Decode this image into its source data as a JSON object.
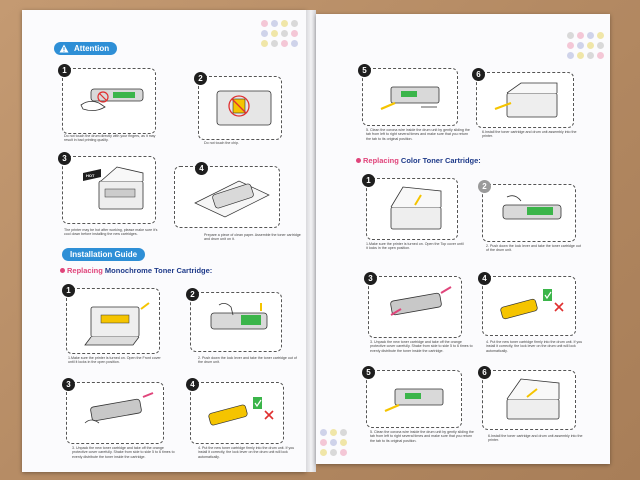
{
  "left_page": {
    "attention_title": "Attention",
    "attention_steps": [
      {
        "num": "1",
        "caption": "Do not touch the drum directly with your fingers, as it may result in bad printing quality."
      },
      {
        "num": "2",
        "caption": "Do not touch the chip."
      },
      {
        "num": "3",
        "caption": "The printer may be hot after working, please make sure it's cool down before installing the new cartridges.",
        "badge": "HOT"
      },
      {
        "num": "4",
        "caption": "Prepare a piece of clean paper. Assemble the toner cartridge and drum unit on it."
      }
    ],
    "install_title": "Installation Guide",
    "mono_heading_lead": "Replacing",
    "mono_heading_rest": " Monochrome Toner Cartridge:",
    "mono_steps": [
      {
        "num": "1",
        "caption": "1.Make sure the printer is turned on. Open the Front cover until it locks in the open position."
      },
      {
        "num": "2",
        "caption": "2. Push down the lock lever and take the toner cartridge out of the drum unit."
      },
      {
        "num": "3",
        "caption": "3. Unpack the new toner cartridge and take off the orange protective cover carefully. Shake from side to side 5 to 6 times to evenly distribute the toner inside the cartridge."
      },
      {
        "num": "4",
        "caption": "4. Put the new toner cartridge firmly into the drum unit. If you install it correctly, the lock lever on the drum unit will lock automatically."
      }
    ]
  },
  "right_page": {
    "mono_steps_cont": [
      {
        "num": "5",
        "caption": "5. Clean the corona wire inside the drum unit by gently sliding the tab from left to right several times and make sure that you return the tab to its original position."
      },
      {
        "num": "6",
        "caption": "6.Install the toner cartridge and drum unit assembly into the printer."
      }
    ],
    "color_heading_lead": "Replacing",
    "color_heading_rest": " Color Toner Cartridge:",
    "color_steps": [
      {
        "num": "1",
        "caption": "1.Make sure the printer is turned on. Open the Top cover until it locks in the open position."
      },
      {
        "num": "2",
        "caption": "2. Push down the lock lever and take the toner cartridge out of the drum unit."
      },
      {
        "num": "3",
        "caption": "3. Unpack the new toner cartridge and take off the orange protective cover carefully. Shake from side to side 5 to 6 times to evenly distribute the toner inside the cartridge."
      },
      {
        "num": "4",
        "caption": "4. Put the new toner cartridge firmly into the drum unit. If you install it correctly, the lock lever on the drum unit will lock automatically."
      },
      {
        "num": "5",
        "caption": "5. Clean the corona wire inside the drum unit by gently sliding the tab from left to right several times and make sure that you return the tab to its original position."
      },
      {
        "num": "6",
        "caption": "6.Install the toner cartridge and drum unit assembly into the printer."
      }
    ]
  },
  "colors": {
    "accent_blue": "#2e8fd6",
    "heading_navy": "#1f3b8a",
    "heading_pink": "#e0457b",
    "toner_green": "#3bb54a",
    "warning_yellow": "#f5c400",
    "x_red": "#e03030"
  },
  "icons": [
    "warning-triangle-icon",
    "cmyk-dots-icon",
    "arrow-icon",
    "check-icon",
    "cross-icon"
  ]
}
